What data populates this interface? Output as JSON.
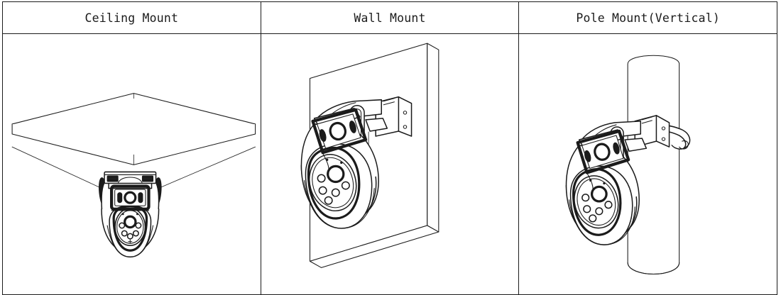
{
  "document": {
    "type": "technical-illustration-table",
    "title": "Mounting Methods",
    "background_color": "#ffffff",
    "line_color": "#1b1b1b",
    "border_color": "#1b1b1b"
  },
  "table": {
    "column_count": 3,
    "row_count": 2,
    "headers": [
      {
        "label": "Ceiling Mount"
      },
      {
        "label": "Wall Mount"
      },
      {
        "label": "Pole Mount(Vertical)"
      }
    ],
    "figures": [
      {
        "id": "ceiling-mount",
        "caption_ref": "Ceiling Mount",
        "subject": "dual-lens PTZ camera suspended beneath a ceiling slab",
        "elements": [
          "ceiling-slab",
          "mount-bracket-plate",
          "bullet-camera-head",
          "dome-camera-body",
          "ir-led-ring"
        ]
      },
      {
        "id": "wall-mount",
        "caption_ref": "Wall Mount",
        "subject": "dual-lens PTZ camera on an L-arm bracket fixed to a vertical wall panel",
        "elements": [
          "wall-panel",
          "junction-box",
          "mount-arm",
          "bullet-camera-head",
          "dome-camera-body",
          "ir-led-ring"
        ]
      },
      {
        "id": "pole-mount-vertical",
        "caption_ref": "Pole Mount(Vertical)",
        "subject": "dual-lens PTZ camera strapped to a vertical cylindrical pole with band clamps",
        "elements": [
          "vertical-pole",
          "band-clamp-strap",
          "junction-box",
          "mount-arm",
          "bullet-camera-head",
          "dome-camera-body",
          "ir-led-ring"
        ]
      }
    ]
  }
}
